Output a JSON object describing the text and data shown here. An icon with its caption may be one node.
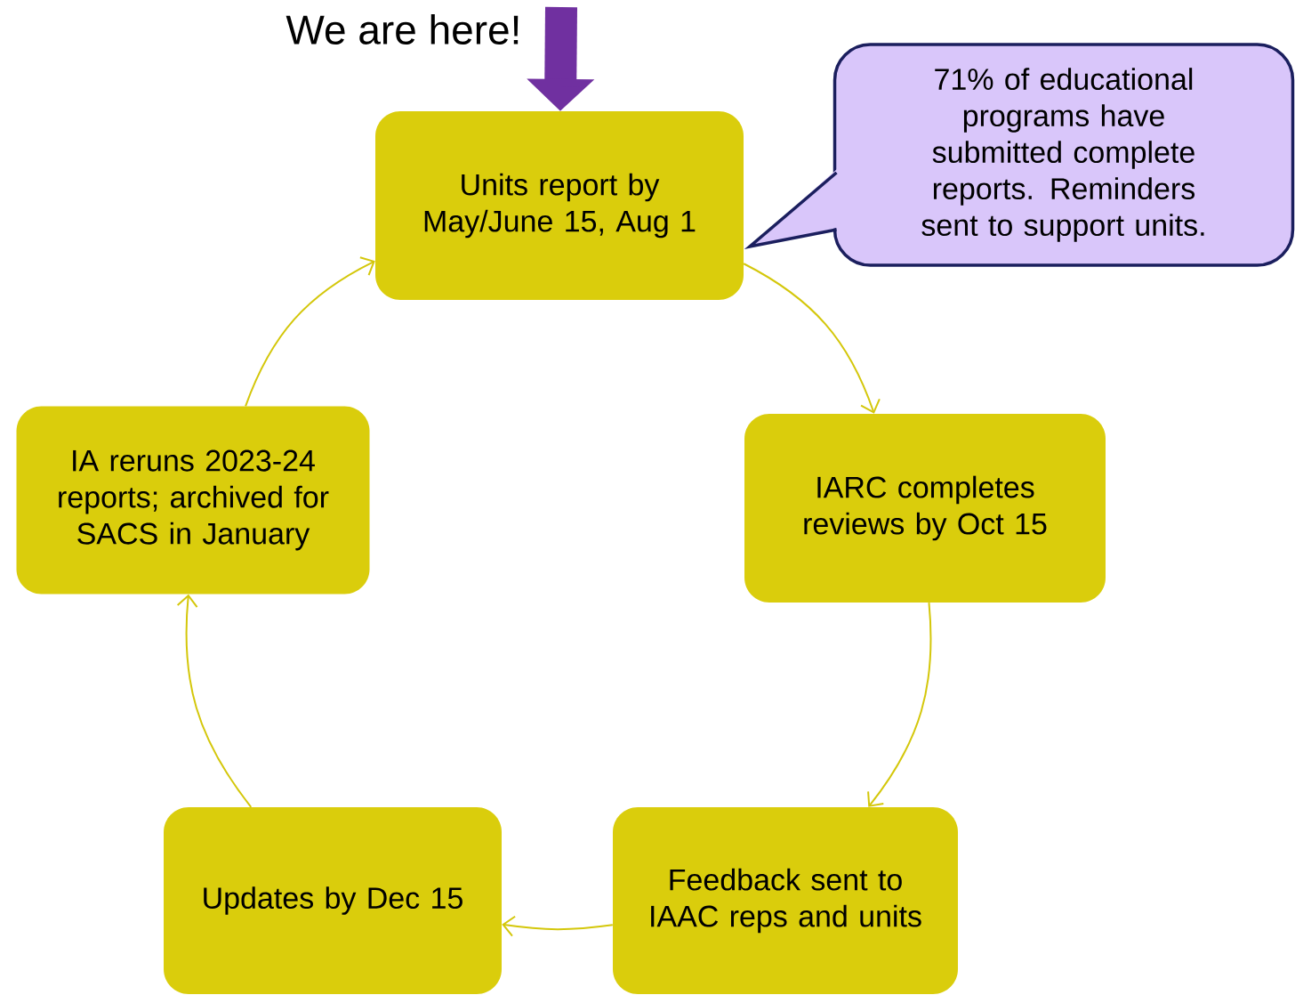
{
  "diagram": {
    "nodes": [
      {
        "text": [
          "Units report by May/June 15, Aug 1"
        ]
      },
      {
        "text": [
          "71% of educational programs have submitted complete reports. Reminders sent to support units."
        ]
      },
      {
        "text": [
          "IARC completes reviews by Oct 15"
        ]
      },
      {
        "text": [
          "Feedback sent to IAAC reps and units"
        ]
      },
      {
        "text": [
          "Updates by Dec 15"
        ]
      },
      {
        "text": [
          "IA reruns 2023-24 reports; archived for SACS in January"
        ]
      }
    ],
    "edges": [
      {
        "from": 0,
        "to": 2,
        "arrow": "to"
      },
      {
        "from": 2,
        "to": 3,
        "arrow": "to"
      },
      {
        "from": 3,
        "to": 4,
        "arrow": "to"
      },
      {
        "from": 4,
        "to": 5,
        "arrow": "to"
      },
      {
        "from": 5,
        "to": 0,
        "arrow": "to"
      },
      {
        "from": null,
        "to": 0,
        "arrow": "to",
        "style": "thick",
        "color": "#7030a0"
      }
    ],
    "labels": [
      "We are here!"
    ]
  }
}
